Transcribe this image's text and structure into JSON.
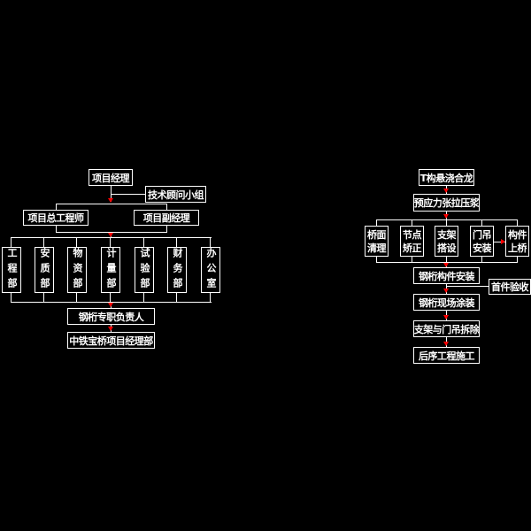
{
  "org_chart": {
    "manager": "项目经理",
    "advisory": "技术顾问小组",
    "chief_engineer": "项目总工程师",
    "deputy_manager": "项目副经理",
    "departments": [
      "工程部",
      "安质部",
      "物资部",
      "计量部",
      "试验部",
      "财务部",
      "办公室"
    ],
    "steel_truss_lead": "钢桁专职负责人",
    "project_dept": "中铁宝桥项目经理部"
  },
  "flow_chart": {
    "step1": "T构悬浇合龙",
    "step2": "预应力张拉压浆",
    "parallel": [
      [
        "桥面",
        "清理"
      ],
      [
        "节点",
        "矫正"
      ],
      [
        "支架",
        "搭设"
      ],
      [
        "门吊",
        "安装"
      ],
      [
        "构件",
        "上桥"
      ]
    ],
    "step3": "钢桁构件安装",
    "inspection": "首件验收",
    "step4": "钢桁现场涂装",
    "step5": "支架与门吊拆除",
    "step6": "后序工程施工"
  },
  "colors": {
    "line": "#ffffff",
    "arrow": "#ff0000",
    "background": "#000000"
  }
}
